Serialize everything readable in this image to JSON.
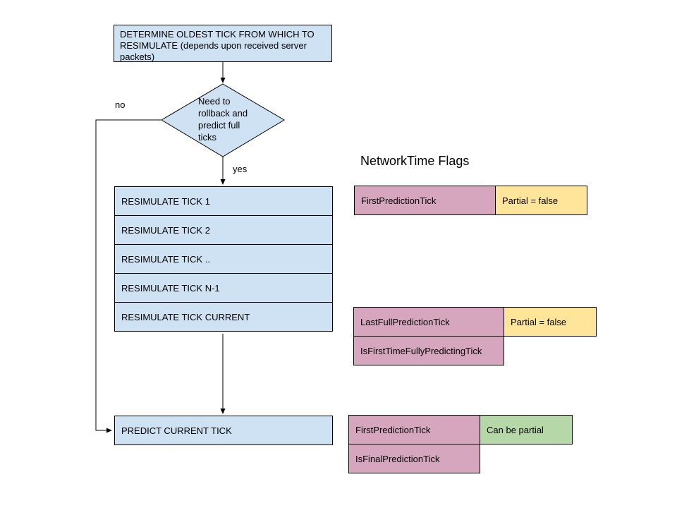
{
  "flow": {
    "start": "DETERMINE OLDEST TICK FROM WHICH TO RESIMULATE (depends upon received server packets)",
    "decision": "Need to rollback and predict full ticks",
    "no_label": "no",
    "yes_label": "yes",
    "steps": [
      "RESIMULATE TICK 1",
      "RESIMULATE TICK 2",
      "RESIMULATE TICK ..",
      "RESIMULATE TICK N-1",
      "RESIMULATE TICK CURRENT"
    ],
    "predict": "PREDICT CURRENT TICK"
  },
  "flags": {
    "title": "NetworkTime Flags",
    "groups": [
      {
        "rows": [
          {
            "flag": "FirstPredictionTick",
            "note": "Partial = false",
            "note_type": "false"
          }
        ]
      },
      {
        "rows": [
          {
            "flag": "LastFullPredictionTick",
            "note": "Partial = false",
            "note_type": "false"
          },
          {
            "flag": "IsFirstTimeFullyPredictingTick"
          }
        ]
      },
      {
        "rows": [
          {
            "flag": "FirstPredictionTick",
            "note": "Can be partial",
            "note_type": "partial"
          },
          {
            "flag": "IsFinalPredictionTick"
          }
        ]
      }
    ]
  },
  "colors": {
    "process_fill": "#cfe2f3",
    "flag_fill": "#d5a6bd",
    "note_false_fill": "#ffe599",
    "note_partial_fill": "#b6d7a8",
    "stroke": "#000000",
    "background": "#ffffff"
  }
}
